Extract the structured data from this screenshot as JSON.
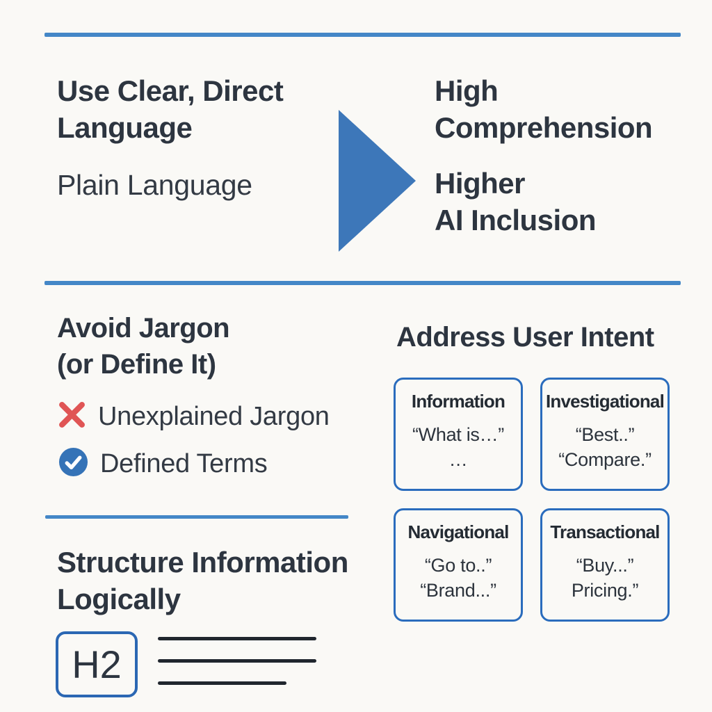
{
  "colors": {
    "background": "#faf9f6",
    "heading_text": "#2d3540",
    "body_text": "#333a44",
    "rule_blue": "#4487c7",
    "arrow_blue": "#3d77b9",
    "card_border_blue": "#2a6cbd",
    "check_blue": "#3573b7",
    "cross_red": "#e05555",
    "document_line": "#20262e"
  },
  "clarity_section": {
    "heading": "Use Clear, Direct\nLanguage",
    "example": "Plain Language",
    "result_primary": "High\nComprehension",
    "result_secondary": "Higher\nAI Inclusion"
  },
  "jargon_section": {
    "heading": "Avoid Jargon\n(or Define It)",
    "dont_label": "Unexplained Jargon",
    "do_label": "Defined Terms"
  },
  "intent_section": {
    "heading": "Address User Intent",
    "cards": [
      {
        "title": "Information",
        "examples": "“What is…”\n…"
      },
      {
        "title": "Investigational",
        "examples": "“Best..”\n“Compare.”"
      },
      {
        "title": "Navigational",
        "examples": "“Go to..”\n“Brand...”"
      },
      {
        "title": "Transactional",
        "examples": "“Buy...”\nPricing.”"
      }
    ]
  },
  "structure_section": {
    "heading": "Structure Information\nLogically",
    "heading_tag_label": "H2"
  }
}
